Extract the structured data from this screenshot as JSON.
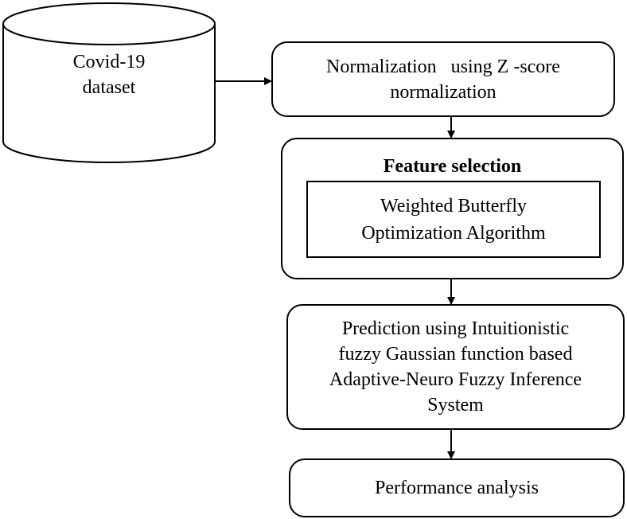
{
  "database": {
    "line1": "Covid-19",
    "line2": "dataset"
  },
  "steps": {
    "normalization": {
      "line1": "Normalization   using Z -score",
      "line2": "normalization"
    },
    "feature_selection": {
      "title": "Feature selection",
      "method_line1": "Weighted Butterfly",
      "method_line2": "Optimization Algorithm"
    },
    "prediction": {
      "line1": "Prediction using Intuitionistic",
      "line2": "fuzzy Gaussian function based",
      "line3": "Adaptive-Neuro Fuzzy Inference",
      "line4": "System"
    },
    "performance": {
      "label": "Performance analysis"
    }
  }
}
